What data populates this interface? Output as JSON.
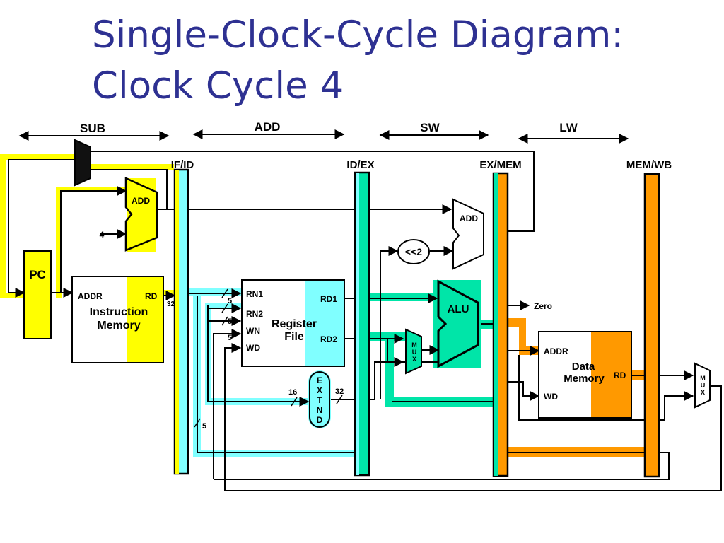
{
  "title": {
    "line1": "Single-Clock-Cycle Diagram:",
    "line2": "Clock Cycle 4"
  },
  "stages": [
    {
      "instr": "SUB"
    },
    {
      "instr": "ADD"
    },
    {
      "instr": "SW"
    },
    {
      "instr": "LW"
    }
  ],
  "registers": {
    "ifid": "IF/ID",
    "idex": "ID/EX",
    "exmem": "EX/MEM",
    "memwb": "MEM/WB"
  },
  "blocks": {
    "pc": "PC",
    "add_if": "ADD",
    "four": "4",
    "instr_mem": {
      "addr": "ADDR",
      "rd": "RD",
      "name1": "Instruction",
      "name2": "Memory"
    },
    "regfile": {
      "rn1": "RN1",
      "rn2": "RN2",
      "wn": "WN",
      "wd": "WD",
      "rd1": "RD1",
      "rd2": "RD2",
      "name1": "Register",
      "name2": "File"
    },
    "extnd": [
      "E",
      "X",
      "T",
      "N",
      "D"
    ],
    "shift": "<<2",
    "add_ex": "ADD",
    "alu": "ALU",
    "zero": "Zero",
    "mux": [
      "M",
      "U",
      "X"
    ],
    "data_mem": {
      "addr": "ADDR",
      "wd": "WD",
      "rd": "RD",
      "name1": "Data",
      "name2": "Memory"
    }
  },
  "bus_widths": {
    "w32a": "32",
    "w5a": "5",
    "w5b": "5",
    "w5c": "5",
    "w16": "16",
    "w32b": "32",
    "w5d": "5"
  },
  "colors": {
    "title": "#2e3192",
    "if_stage": "#ffff00",
    "id_stage": "#80ffff",
    "ex_stage": "#00e5a8",
    "mem_stage": "#ff9900",
    "line": "#000000"
  }
}
